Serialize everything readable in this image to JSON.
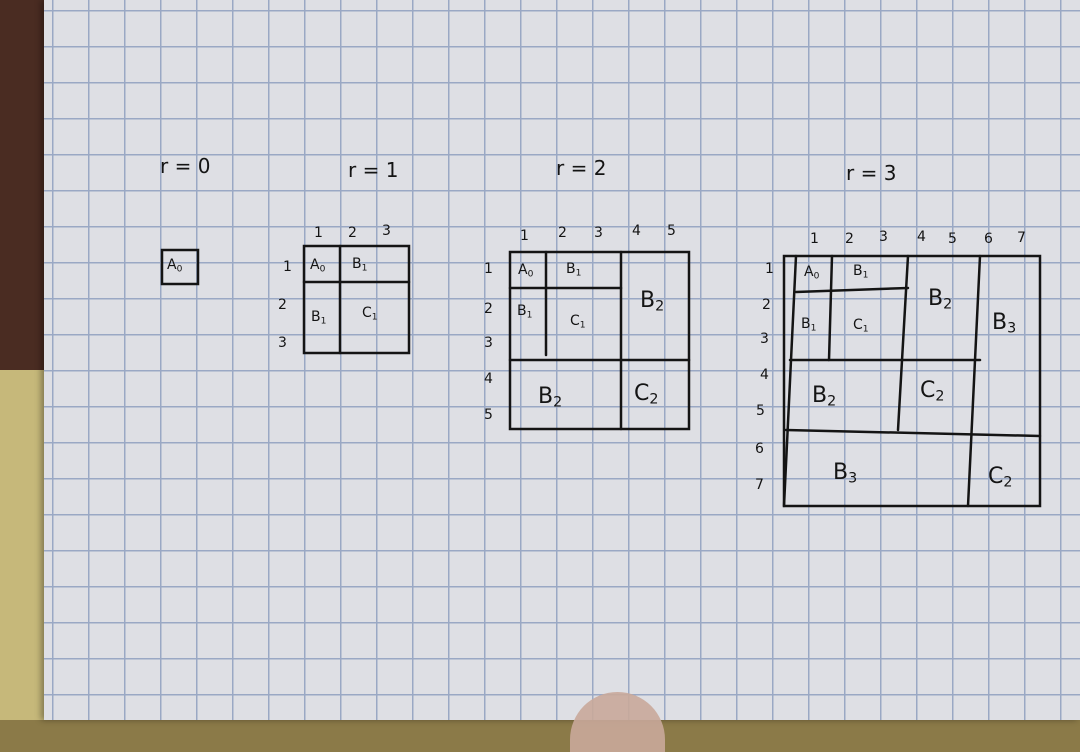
{
  "diagrams": [
    {
      "title": "r = 0",
      "column_indices": [],
      "row_indices": [],
      "blocks": [
        {
          "name": "A",
          "sub": "0"
        }
      ]
    },
    {
      "title": "r = 1",
      "column_indices": [
        "1",
        "2",
        "3"
      ],
      "row_indices": [
        "1",
        "2",
        "3"
      ],
      "blocks": [
        {
          "name": "A",
          "sub": "0"
        },
        {
          "name": "B",
          "sub": "1"
        },
        {
          "name": "B",
          "sub": "1"
        },
        {
          "name": "C",
          "sub": "1"
        }
      ]
    },
    {
      "title": "r = 2",
      "column_indices": [
        "1",
        "2",
        "3",
        "4",
        "5"
      ],
      "row_indices": [
        "1",
        "2",
        "3",
        "4",
        "5"
      ],
      "blocks": [
        {
          "name": "A",
          "sub": "0"
        },
        {
          "name": "B",
          "sub": "1"
        },
        {
          "name": "B",
          "sub": "1"
        },
        {
          "name": "C",
          "sub": "1"
        },
        {
          "name": "B",
          "sub": "2"
        },
        {
          "name": "B",
          "sub": "2"
        },
        {
          "name": "C",
          "sub": "2"
        }
      ]
    },
    {
      "title": "r = 3",
      "column_indices": [
        "1",
        "2",
        "3",
        "4",
        "5",
        "6",
        "7"
      ],
      "row_indices": [
        "1",
        "2",
        "3",
        "4",
        "5",
        "6",
        "7"
      ],
      "blocks": [
        {
          "name": "A",
          "sub": "0"
        },
        {
          "name": "B",
          "sub": "1"
        },
        {
          "name": "B",
          "sub": "1"
        },
        {
          "name": "C",
          "sub": "1"
        },
        {
          "name": "B",
          "sub": "2"
        },
        {
          "name": "B",
          "sub": "2"
        },
        {
          "name": "C",
          "sub": "2"
        },
        {
          "name": "B",
          "sub": "3"
        },
        {
          "name": "B",
          "sub": "3"
        },
        {
          "name": "C",
          "sub": "2"
        }
      ]
    }
  ]
}
